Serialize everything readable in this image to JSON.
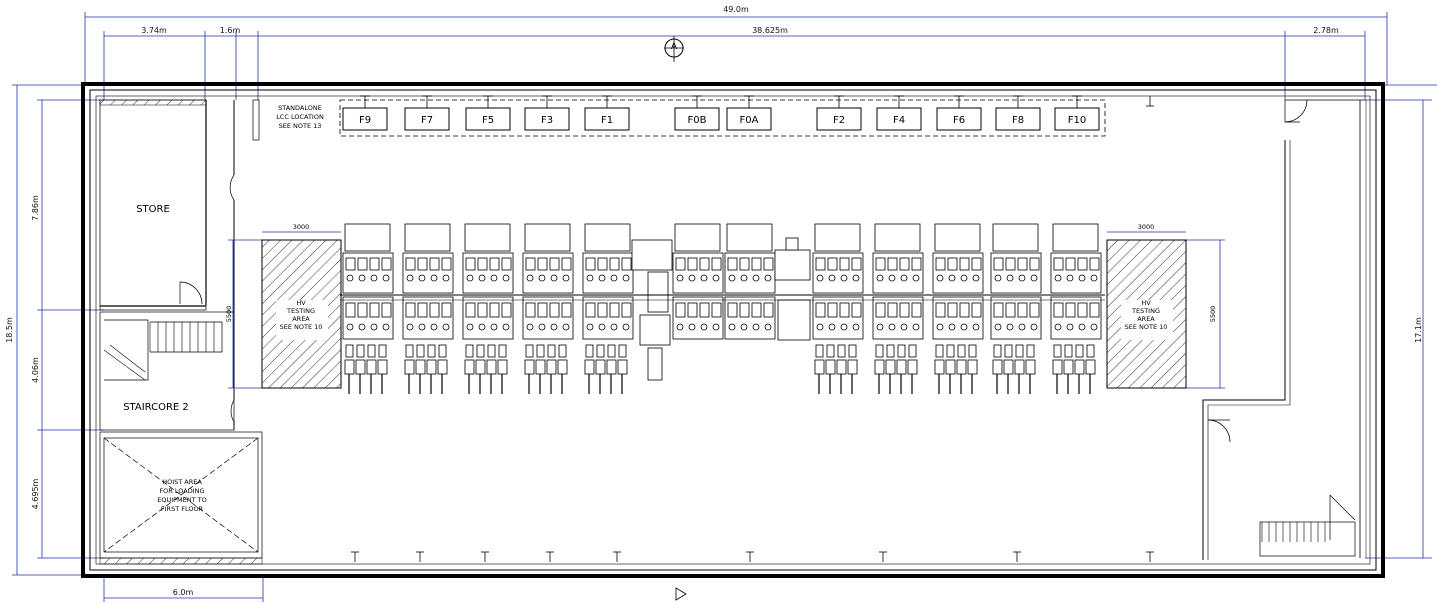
{
  "dimensions": {
    "overall_width": "49.0m",
    "store_width": "3.74m",
    "corridor_width": "1.6m",
    "main_width": "38.625m",
    "right_width": "2.78m",
    "bottom_width": "6.0m",
    "overall_height": "18.5m",
    "right_height": "17.1m",
    "store_height": "7.86m",
    "stair_height": "4.06m",
    "hoist_height": "4.695m",
    "hv_left_width": "3000",
    "hv_right_width": "3000",
    "hv_left_height": "5500",
    "hv_right_height": "5500"
  },
  "section_marker": "A",
  "rooms": {
    "store": "STORE",
    "staircore": "STAIRCORE 2",
    "hoist": [
      "HOIST AREA",
      "FOR LOADING",
      "EQUIPMENT TO",
      "FIRST FLOOR"
    ],
    "standalone": [
      "STANDALONE",
      "LCC LOCATION",
      "SEE NOTE 13"
    ],
    "hv_left": [
      "HV",
      "TESTING",
      "AREA",
      "SEE NOTE 10"
    ],
    "hv_right": [
      "HV",
      "TESTING",
      "AREA",
      "SEE NOTE 10"
    ]
  },
  "feeders": [
    "F9",
    "F7",
    "F5",
    "F3",
    "F1",
    "F0B",
    "F0A",
    "F2",
    "F4",
    "F6",
    "F8",
    "F10"
  ]
}
